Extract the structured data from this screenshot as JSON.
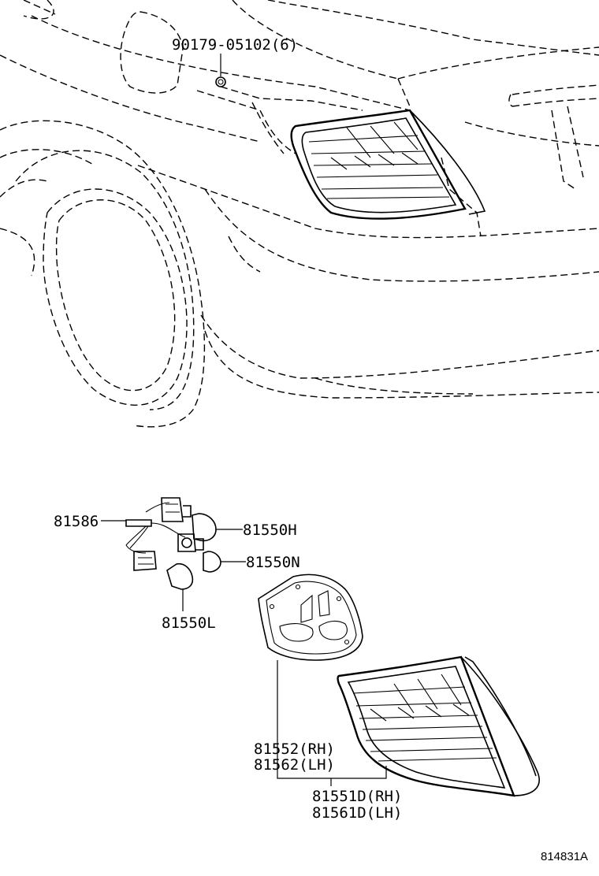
{
  "parts": {
    "bolt": "90179-05102(6)",
    "socket_wire": "81586",
    "bulb_h": "81550H",
    "bulb_n": "81550N",
    "bulb_l": "81550L",
    "gasket_rh": "81552(RH)",
    "gasket_lh": "81562(LH)",
    "lamp_rh": "81551D(RH)",
    "lamp_lh": "81561D(LH)"
  },
  "illustration_id": "814831A"
}
